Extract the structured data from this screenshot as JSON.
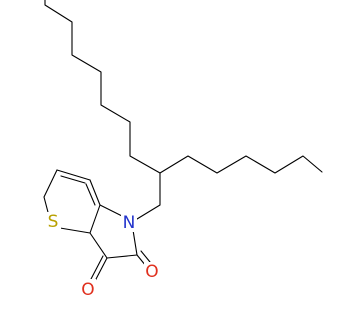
{
  "atoms": [
    {
      "id": "S",
      "label": "S",
      "element": "sulfur",
      "color": "#b8a000"
    },
    {
      "id": "N",
      "label": "N",
      "element": "nitrogen",
      "color": "#2233cc"
    },
    {
      "id": "O1",
      "label": "O",
      "element": "oxygen",
      "color": "#e0301e"
    },
    {
      "id": "O2",
      "label": "O",
      "element": "oxygen",
      "color": "#e0301e"
    }
  ],
  "colors": {
    "bond": "#000000",
    "background": "#ffffff"
  }
}
